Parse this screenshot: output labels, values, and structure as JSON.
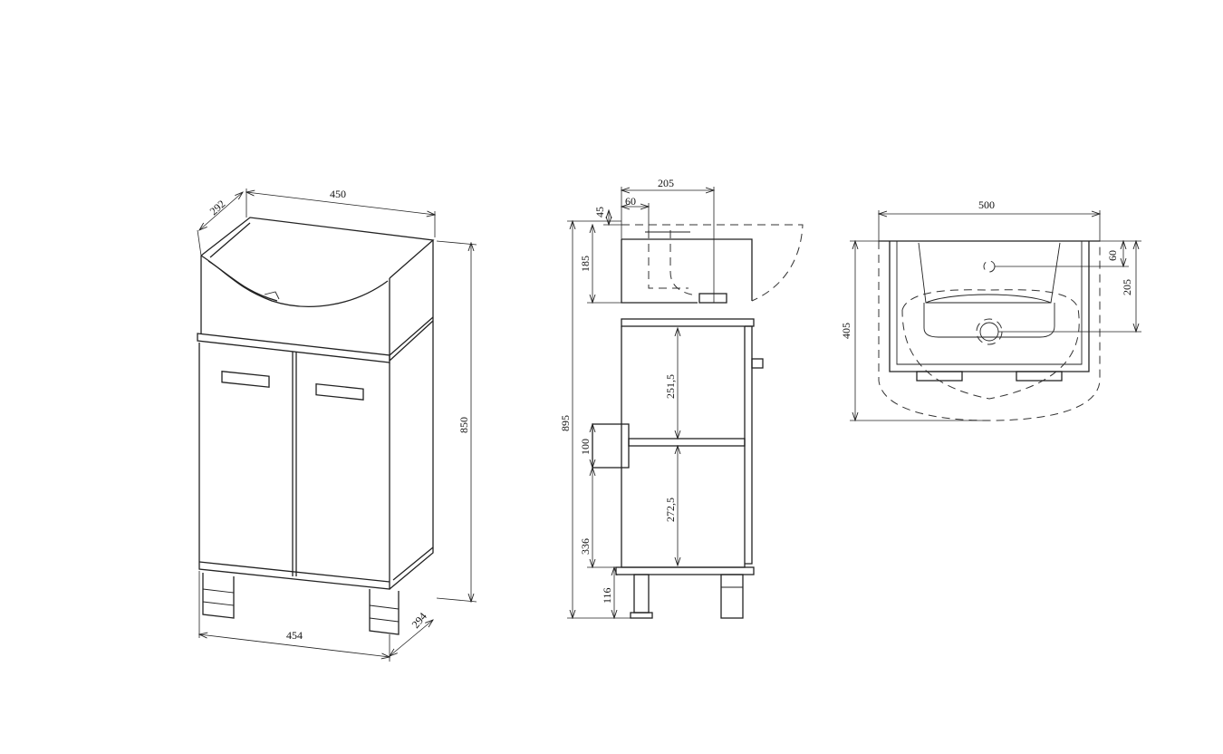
{
  "views": {
    "perspective": {
      "dims": {
        "top_width": "450",
        "top_depth": "292",
        "height": "850",
        "bottom_width": "454",
        "bottom_depth": "294"
      }
    },
    "side": {
      "dims": {
        "overall_height": "895",
        "sink_rim": "45",
        "sink_depth": "185",
        "drain_offset": "60",
        "sink_projection": "205",
        "upper_compartment": "251,5",
        "shelf": "100",
        "lower_compartment": "272,5",
        "lower_height": "336",
        "leg_height": "116"
      }
    },
    "top": {
      "dims": {
        "width": "500",
        "depth": "405",
        "drain_offset": "60",
        "drain_depth": "205"
      }
    }
  }
}
